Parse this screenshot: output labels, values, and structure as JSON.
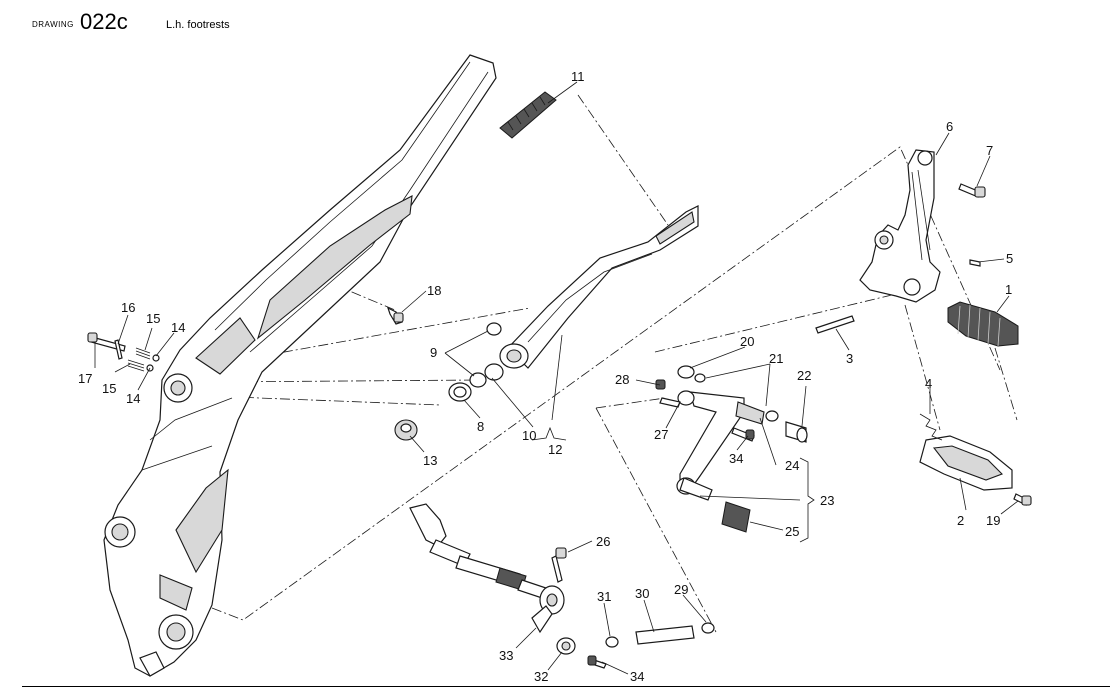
{
  "header": {
    "drawing_label": "DRAWING",
    "drawing_number": "022c",
    "title": "L.h. footrests"
  },
  "callouts": [
    {
      "id": "c1",
      "label": "1"
    },
    {
      "id": "c2",
      "label": "2"
    },
    {
      "id": "c3",
      "label": "3"
    },
    {
      "id": "c4",
      "label": "4"
    },
    {
      "id": "c5",
      "label": "5"
    },
    {
      "id": "c6",
      "label": "6"
    },
    {
      "id": "c7",
      "label": "7"
    },
    {
      "id": "c8",
      "label": "8"
    },
    {
      "id": "c9",
      "label": "9"
    },
    {
      "id": "c10",
      "label": "10"
    },
    {
      "id": "c11",
      "label": "11"
    },
    {
      "id": "c12",
      "label": "12"
    },
    {
      "id": "c13",
      "label": "13"
    },
    {
      "id": "c14a",
      "label": "14"
    },
    {
      "id": "c14b",
      "label": "14"
    },
    {
      "id": "c15a",
      "label": "15"
    },
    {
      "id": "c15b",
      "label": "15"
    },
    {
      "id": "c16",
      "label": "16"
    },
    {
      "id": "c17",
      "label": "17"
    },
    {
      "id": "c18",
      "label": "18"
    },
    {
      "id": "c19",
      "label": "19"
    },
    {
      "id": "c20",
      "label": "20"
    },
    {
      "id": "c21",
      "label": "21"
    },
    {
      "id": "c22",
      "label": "22"
    },
    {
      "id": "c23",
      "label": "23"
    },
    {
      "id": "c24",
      "label": "24"
    },
    {
      "id": "c25",
      "label": "25"
    },
    {
      "id": "c26",
      "label": "26"
    },
    {
      "id": "c27",
      "label": "27"
    },
    {
      "id": "c28",
      "label": "28"
    },
    {
      "id": "c29",
      "label": "29"
    },
    {
      "id": "c30",
      "label": "30"
    },
    {
      "id": "c31",
      "label": "31"
    },
    {
      "id": "c32",
      "label": "32"
    },
    {
      "id": "c33",
      "label": "33"
    },
    {
      "id": "c34a",
      "label": "34"
    },
    {
      "id": "c34b",
      "label": "34"
    }
  ]
}
